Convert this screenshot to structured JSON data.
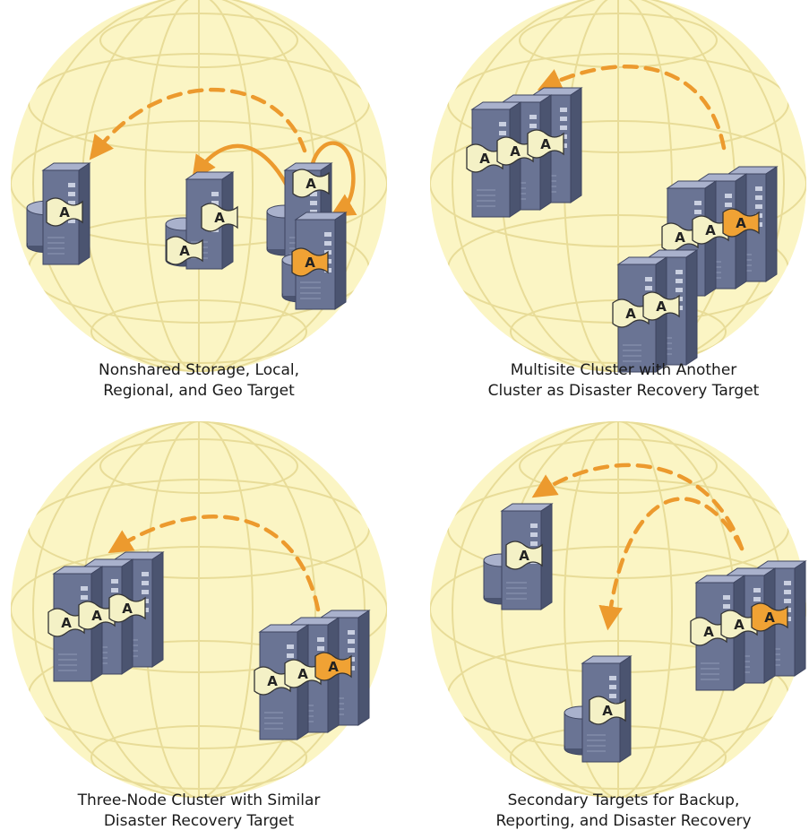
{
  "flag_letter": "A",
  "colors": {
    "globe_fill": "#fbf5c4",
    "globe_grid": "#e8dc98",
    "server_body": "#6a7494",
    "server_top": "#a9b1cc",
    "server_side": "#4b5470",
    "flag_primary": "#f4f1c6",
    "flag_active": "#f0a234",
    "arrow": "#ec9a2e"
  },
  "panels": [
    {
      "id": "nonshared",
      "caption": [
        "Nonshared Storage, Local,",
        "Regional, and Geo Target"
      ]
    },
    {
      "id": "multisite",
      "caption": [
        "Multisite Cluster with Another",
        "Cluster as Disaster Recovery Target"
      ]
    },
    {
      "id": "three-node",
      "caption": [
        "Three-Node Cluster with Similar",
        "Disaster Recovery Target"
      ]
    },
    {
      "id": "secondary",
      "caption": [
        "Secondary Targets for Backup,",
        "Reporting, and Disaster Recovery"
      ]
    }
  ]
}
